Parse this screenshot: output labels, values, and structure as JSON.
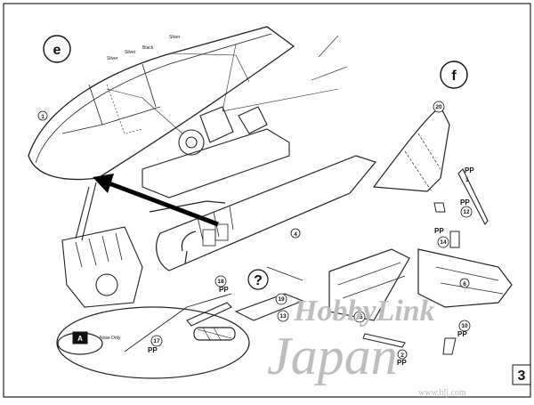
{
  "steps": [
    {
      "id": "e"
    },
    {
      "id": "f"
    }
  ],
  "parts": {
    "canopy_frame": "1",
    "engine_cowl": "4",
    "engine_part_18": "18",
    "engine_part_19": "19",
    "engine_part_13": "13",
    "engine_part_17": "17",
    "tail_part_20": "20",
    "tail_part_12": "12",
    "tail_part_14": "14",
    "tail_part_10": "10",
    "tail_part_15": "15",
    "tail_part_2": "2",
    "tail_part_6": "6"
  },
  "codes": {
    "pp": "PP",
    "pp_one": "1"
  },
  "callouts": {
    "cockpit_labels": [
      "Silver",
      "Black",
      "Silver",
      "Silver"
    ],
    "option_badge": "A",
    "option_badge_caption": "Nose Only",
    "question_mark": "?"
  },
  "page": {
    "number": "3"
  },
  "watermark": {
    "brand": "HobbyLink",
    "country": "Japan",
    "url": "www.hlj.com"
  }
}
